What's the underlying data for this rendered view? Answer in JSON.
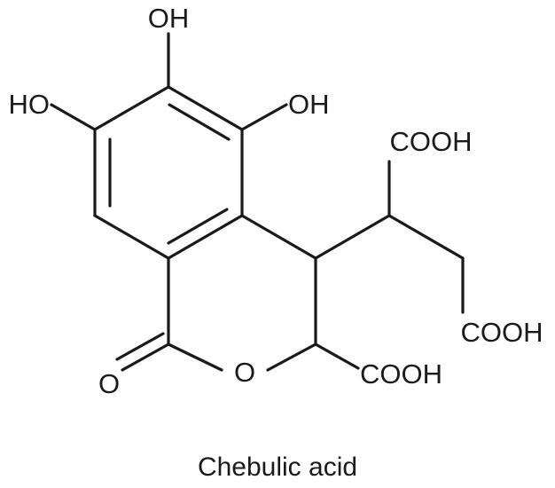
{
  "molecule": {
    "name": "Chebulic acid",
    "labels": {
      "oh_top": "OH",
      "oh_left": "HO",
      "oh_right": "OH",
      "cooh_upper": "COOH",
      "cooh_middle": "COOH",
      "cooh_lower": "COOH",
      "carbonyl_o": "O",
      "ring_o": "O"
    }
  }
}
